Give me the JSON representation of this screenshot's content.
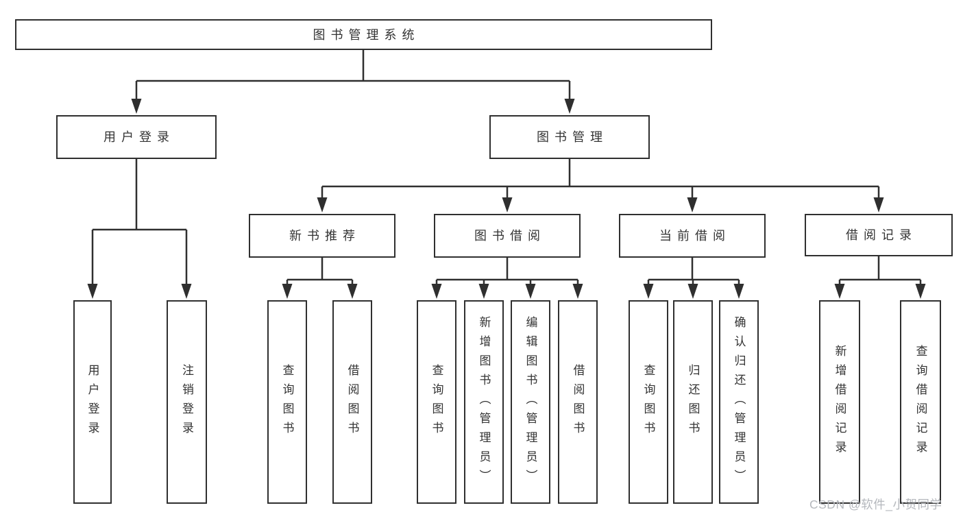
{
  "diagram": {
    "nodes": {
      "root": {
        "label": "图书管理系统"
      },
      "user_login": {
        "label": "用户登录"
      },
      "book_mgmt": {
        "label": "图书管理"
      },
      "new_book_rec": {
        "label": "新书推荐"
      },
      "book_borrow": {
        "label": "图书借阅"
      },
      "current_borrow": {
        "label": "当前借阅"
      },
      "borrow_records": {
        "label": "借阅记录"
      },
      "leaf_user_login": {
        "label": "用户登录"
      },
      "leaf_logout": {
        "label": "注销登录"
      },
      "leaf_rec_query_book": {
        "label": "查询图书"
      },
      "leaf_rec_borrow_book": {
        "label": "借阅图书"
      },
      "leaf_bb_query_book": {
        "label": "查询图书"
      },
      "leaf_bb_add_book": {
        "label": "新增图书（管理员）"
      },
      "leaf_bb_edit_book": {
        "label": "编辑图书（管理员）"
      },
      "leaf_bb_borrow_book": {
        "label": "借阅图书"
      },
      "leaf_cb_query_book": {
        "label": "查询图书"
      },
      "leaf_cb_return_book": {
        "label": "归还图书"
      },
      "leaf_cb_confirm_return": {
        "label": "确认归还（管理员）"
      },
      "leaf_br_add_record": {
        "label": "新增借阅记录"
      },
      "leaf_br_query_record": {
        "label": "查询借阅记录"
      }
    }
  },
  "watermark": {
    "text": "CSDN @软件_小贺同学"
  },
  "colors": {
    "line": "#2f2f2f",
    "text": "#333333",
    "watermark": "#b5b8bd",
    "background": "#ffffff"
  }
}
